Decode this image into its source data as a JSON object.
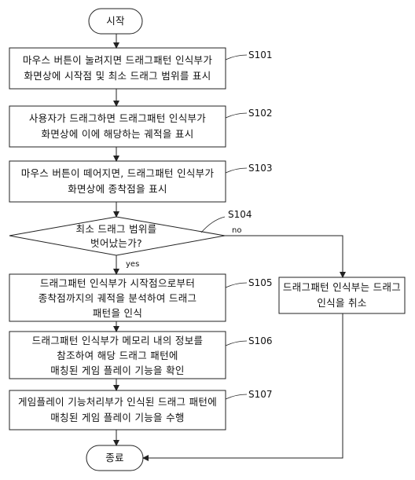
{
  "start": "시작",
  "end": "종료",
  "steps": [
    {
      "id": "S101",
      "text": "마우스 버튼이 눌려지면 드래그패턴 인식부가\n화면상에 시작점 및 최소 드래그 범위를 표시"
    },
    {
      "id": "S102",
      "text": "사용자가 드래그하면 드래그패턴 인식부가\n화면상에 이에 해당하는 궤적을 표시"
    },
    {
      "id": "S103",
      "text": "마우스 버튼이 떼어지면, 드래그패턴 인식부가\n화면상에 종착점을 표시"
    },
    {
      "id": "S104",
      "text": "최소 드래그 범위를\n벗어났는가?"
    },
    {
      "id": "S105",
      "text": "드래그패턴 인식부가 시작점으로부터\n종착점까지의 궤적을 분석하여 드래그\n패턴을 인식"
    },
    {
      "id": "S106",
      "text": "드래그패턴 인식부가 메모리 내의 정보를\n참조하여 해당 드래그 패턴에\n매칭된 게임 플레이 기능을 확인"
    },
    {
      "id": "S107",
      "text": "게임플레이 기능처리부가 인식된 드래그 패턴에\n매칭된 게임 플레이 기능을 수행"
    }
  ],
  "cancel_box": "드래그패턴 인식부는 드래그\n인식을 취소",
  "branch_yes": "yes",
  "branch_no": "no"
}
